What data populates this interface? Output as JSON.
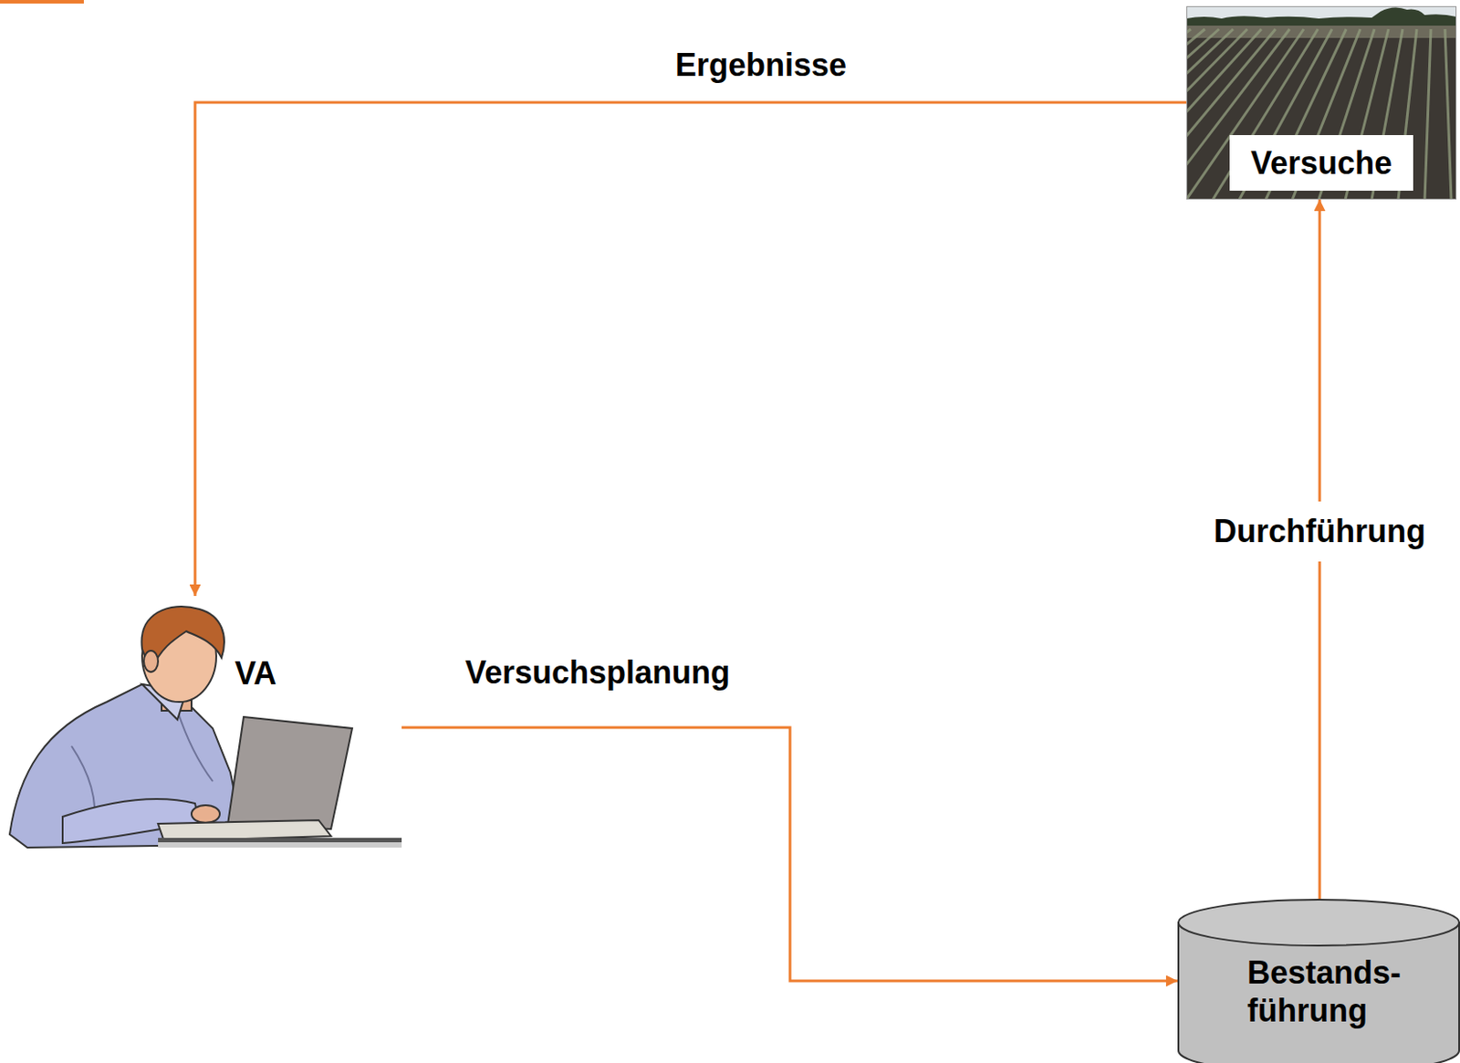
{
  "diagram": {
    "nodes": [
      {
        "text": [
          "Versuche"
        ]
      },
      {
        "text": [
          "VA"
        ]
      },
      {
        "text": [
          "Bestands- führung"
        ]
      }
    ],
    "edges": [
      {
        "from": 0,
        "to": 1,
        "arrow": "to",
        "label": "Ergebnisse"
      },
      {
        "from": 1,
        "to": 2,
        "arrow": "to",
        "label": "Versuchsplanung"
      },
      {
        "from": 2,
        "to": 0,
        "arrow": "to",
        "label": "Durchführung"
      }
    ]
  }
}
